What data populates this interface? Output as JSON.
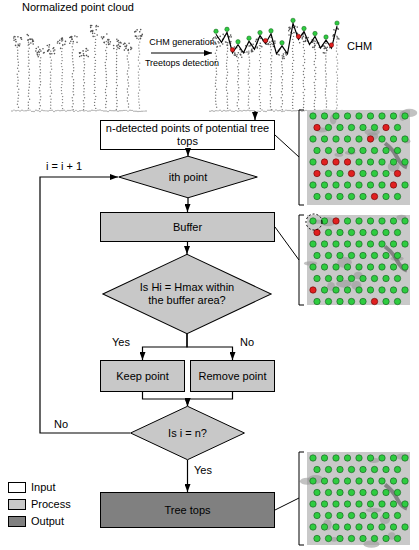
{
  "diagram": {
    "nodes": [
      {
        "text": [
          "n-detected points of potential tree tops"
        ]
      },
      {
        "text": [
          "ith point"
        ]
      },
      {
        "text": [
          "Buffer"
        ]
      },
      {
        "text": [
          "Is Hi = Hmax within the buffer area?"
        ]
      },
      {
        "text": [
          "Keep point"
        ]
      },
      {
        "text": [
          "Remove point"
        ]
      },
      {
        "text": [
          "Is i = n?"
        ]
      },
      {
        "text": [
          "Tree tops"
        ]
      }
    ],
    "edges": [
      {
        "from": 0,
        "to": 1,
        "arrow": "to"
      },
      {
        "from": 1,
        "to": 2,
        "arrow": "to"
      },
      {
        "from": 2,
        "to": 3,
        "arrow": "to"
      },
      {
        "from": 3,
        "to": 4,
        "label": "Yes",
        "arrow": "to"
      },
      {
        "from": 3,
        "to": 5,
        "label": "No",
        "arrow": "to"
      },
      {
        "from": 4,
        "to": 6,
        "arrow": "to"
      },
      {
        "from": 5,
        "to": 6,
        "arrow": "to"
      },
      {
        "from": 6,
        "to": 1,
        "label": "No",
        "arrow": "to"
      },
      {
        "from": 6,
        "to": 7,
        "label": "Yes",
        "arrow": "to"
      }
    ],
    "labels": [
      "Normalized point cloud",
      "CHM generation",
      "Treetops detection",
      "CHM",
      "i = i + 1"
    ],
    "legend": [
      {
        "text": "Input",
        "color": "#ffffff"
      },
      {
        "text": "Process",
        "color": "#c8c8c8"
      },
      {
        "text": "Output",
        "color": "#808080"
      }
    ]
  }
}
